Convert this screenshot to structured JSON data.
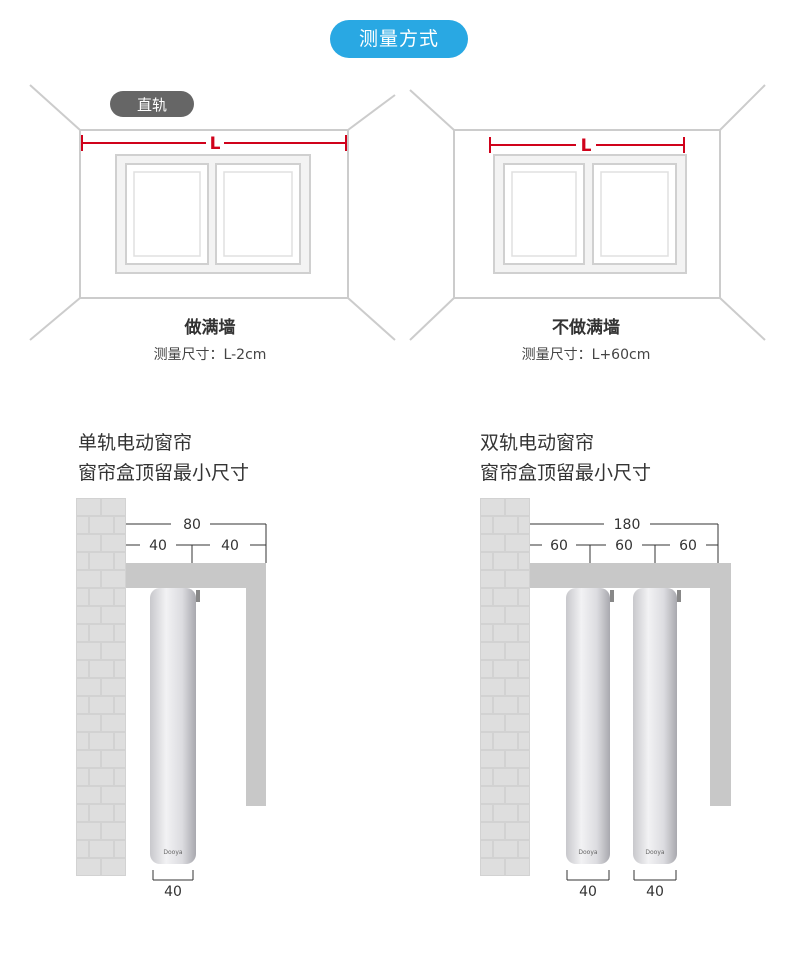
{
  "header": {
    "title": "测量方式"
  },
  "rooms": [
    {
      "tag": "直轨",
      "marker": "L",
      "name": "做满墙",
      "measure": "测量尺寸：L-2cm"
    },
    {
      "tag": "",
      "marker": "L",
      "name": "不做满墙",
      "measure": "测量尺寸：L+60cm"
    }
  ],
  "single_track": {
    "title_line1": "单轨电动窗帘",
    "title_line2": "窗帘盒顶留最小尺寸",
    "total": "80",
    "left": "40",
    "right": "40",
    "motor_width": "40",
    "brand": "Dooya"
  },
  "double_track": {
    "title_line1": "双轨电动窗帘",
    "title_line2": "窗帘盒顶留最小尺寸",
    "total": "180",
    "gap1": "60",
    "gap2": "60",
    "gap3": "60",
    "motor1_width": "40",
    "motor2_width": "40",
    "brand": "Dooya"
  },
  "colors": {
    "accent": "#29a8e3",
    "rail": "#d0021b",
    "wall": "#c8c8c8"
  }
}
